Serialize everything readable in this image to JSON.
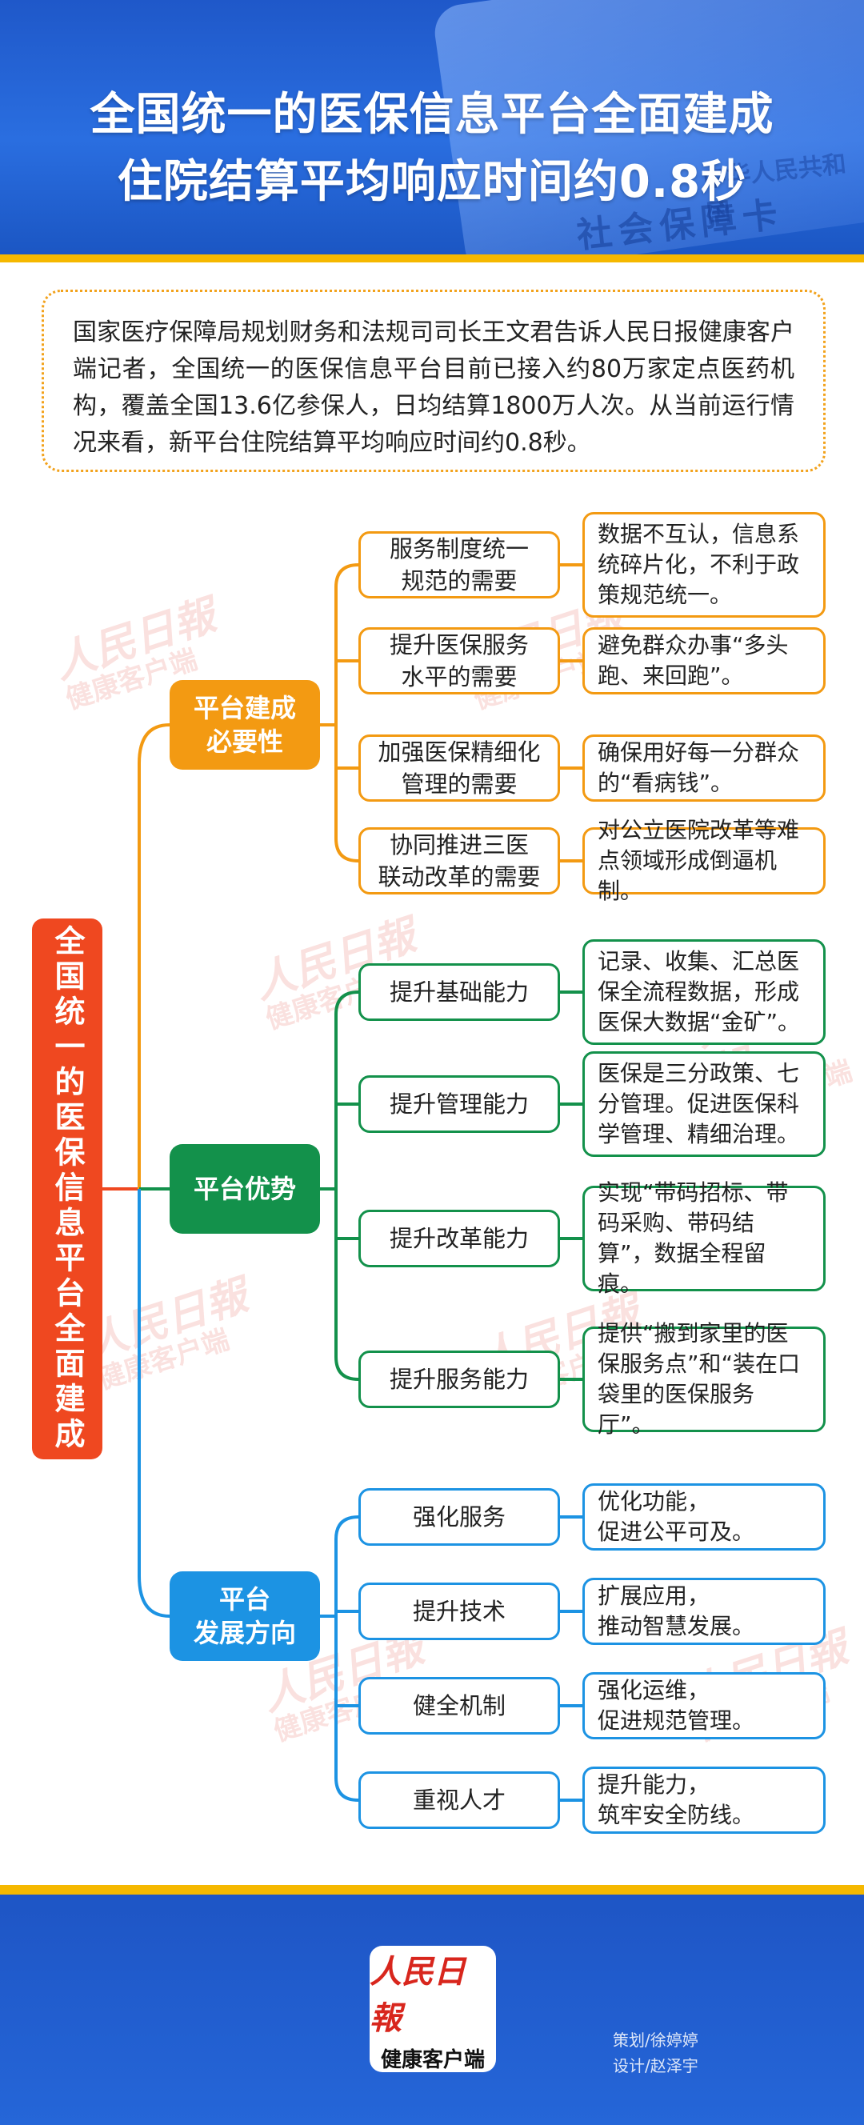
{
  "header": {
    "title_line1": "全国统一的医保信息平台全面建成",
    "title_line2": "住院结算平均响应时间约0.8秒",
    "card_text": "社会保障卡",
    "card_text_small": "中华人民共和国"
  },
  "intro": "国家医疗保障局规划财务和法规司司长王文君告诉人民日报健康客户端记者，全国统一的医保信息平台目前已接入约80万家定点医药机构，覆盖全国13.6亿参保人，日均结算1800万人次。从当前运行情况来看，新平台住院结算平均响应时间约0.8秒。",
  "root": "全国统一的医保信息平台全面建成",
  "categories": [
    {
      "label": "平台建成\n必要性",
      "items": [
        {
          "name": "服务制度统一\n规范的需要",
          "desc": "数据不互认，信息系统碎片化，不利于政策规范统一。"
        },
        {
          "name": "提升医保服务\n水平的需要",
          "desc": "避免群众办事“多头跑、来回跑”。"
        },
        {
          "name": "加强医保精细化\n管理的需要",
          "desc": "确保用好每一分群众的“看病钱”。"
        },
        {
          "name": "协同推进三医\n联动改革的需要",
          "desc": "对公立医院改革等难点领域形成倒逼机制。"
        }
      ]
    },
    {
      "label": "平台优势",
      "items": [
        {
          "name": "提升基础能力",
          "desc": "记录、收集、汇总医保全流程数据，形成医保大数据“金矿”。"
        },
        {
          "name": "提升管理能力",
          "desc": "医保是三分政策、七分管理。促进医保科学管理、精细治理。"
        },
        {
          "name": "提升改革能力",
          "desc": "实现“带码招标、带码采购、带码结算”，数据全程留痕。"
        },
        {
          "name": "提升服务能力",
          "desc": "提供“搬到家里的医保服务点”和“装在口袋里的医保服务厅”。"
        }
      ]
    },
    {
      "label": "平台\n发展方向",
      "items": [
        {
          "name": "强化服务",
          "desc": "优化功能，\n促进公平可及。"
        },
        {
          "name": "提升技术",
          "desc": "扩展应用，\n推动智慧发展。"
        },
        {
          "name": "健全机制",
          "desc": "强化运维，\n促进规范管理。"
        },
        {
          "name": "重视人才",
          "desc": "提升能力，\n筑牢安全防线。"
        }
      ]
    }
  ],
  "watermark": {
    "brand": "人民日報",
    "sub": "健康客户端"
  },
  "footer": {
    "logo_brand": "人民日報",
    "logo_sub": "健康客户端",
    "credit_plan": "策划/徐婷婷",
    "credit_design": "设计/赵泽宇"
  },
  "colors": {
    "orange": "#f39a12",
    "green": "#13914b",
    "blue": "#1c93e3",
    "root": "#ef4820",
    "header": "#2a6ee0",
    "accent": "#f5b800"
  }
}
